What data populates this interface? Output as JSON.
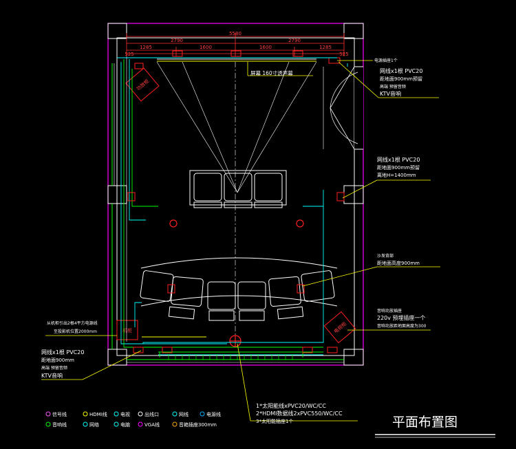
{
  "drawing": {
    "title": "平面布置图",
    "colors": {
      "background": "#000000",
      "wall_outer": "#ff00ff",
      "wall_inner": "#ffffff",
      "dimension": "#ff3030",
      "cable_cyan": "#00ffff",
      "cable_green": "#00ff00",
      "callout": "#ffff00",
      "furniture": "#ffffff",
      "symbol": "#ff0000"
    }
  },
  "dimensions": {
    "total": "5580",
    "upper_left": "2790",
    "upper_right": "2790",
    "lower": [
      "1285",
      "1600",
      "1600",
      "1285"
    ],
    "edge_left": "525",
    "edge_right": "525"
  },
  "labels": {
    "screen": "屏幕 160寸透声幕",
    "cabinet_left": "功放柜",
    "cabinet_bottom": "机柜",
    "cabinet_right": "电视柜"
  },
  "callouts": {
    "c1": "电源插座1个",
    "c2": [
      "网线x1根 PVC20",
      "距地面900mm预留",
      "高端 预留音频",
      "KTV音响"
    ],
    "c3": [
      "网线x1根 PVC20",
      "距地面900mm预留",
      "离地H=1400mm"
    ],
    "c4": [
      "沙发背部",
      "距地面高度900mm"
    ],
    "c5": [
      "音响功放插座",
      "220v 预埋插座一个",
      "音响功放距地面高度为300"
    ],
    "c6": [
      "从机柜引出2根4平方电源线",
      "至投影机位置2000mm"
    ],
    "c7": [
      "网线x1根 PVC20",
      "距地面900mm",
      "高端 预留音频",
      "KTV音响"
    ],
    "c8": [
      "1*太阳能线xPVC20/WC/CC",
      "2*HDMI数据线2xPVC550/WC/CC",
      "3*太阳能插座1个"
    ]
  },
  "legend": [
    {
      "icon": "signal-line-icon",
      "label": "信号线",
      "color": "#ff55ff"
    },
    {
      "icon": "hdmi-line-icon",
      "label": "HDMI线",
      "color": "#ffff00"
    },
    {
      "icon": "tv-icon",
      "label": "电视",
      "color": "#00ffff"
    },
    {
      "icon": "outlet-icon",
      "label": "出线口",
      "color": "#ffffff"
    },
    {
      "icon": "network-icon",
      "label": "网线",
      "color": "#00ffff"
    },
    {
      "icon": "power-line-icon",
      "label": "电源线",
      "color": "#00aaff"
    },
    {
      "icon": "speaker-line-icon",
      "label": "音响线",
      "color": "#00ff00"
    },
    {
      "icon": "network-port-icon",
      "label": "网络",
      "color": "#00ffff"
    },
    {
      "icon": "power-outlet-icon",
      "label": "电脑",
      "color": "#00ffff"
    },
    {
      "icon": "vga-line-icon",
      "label": "VGA线",
      "color": "#ff00ff"
    },
    {
      "icon": "speaker-outlet-icon",
      "label": "音箱插座300mm",
      "color": "#ffaa00"
    }
  ]
}
